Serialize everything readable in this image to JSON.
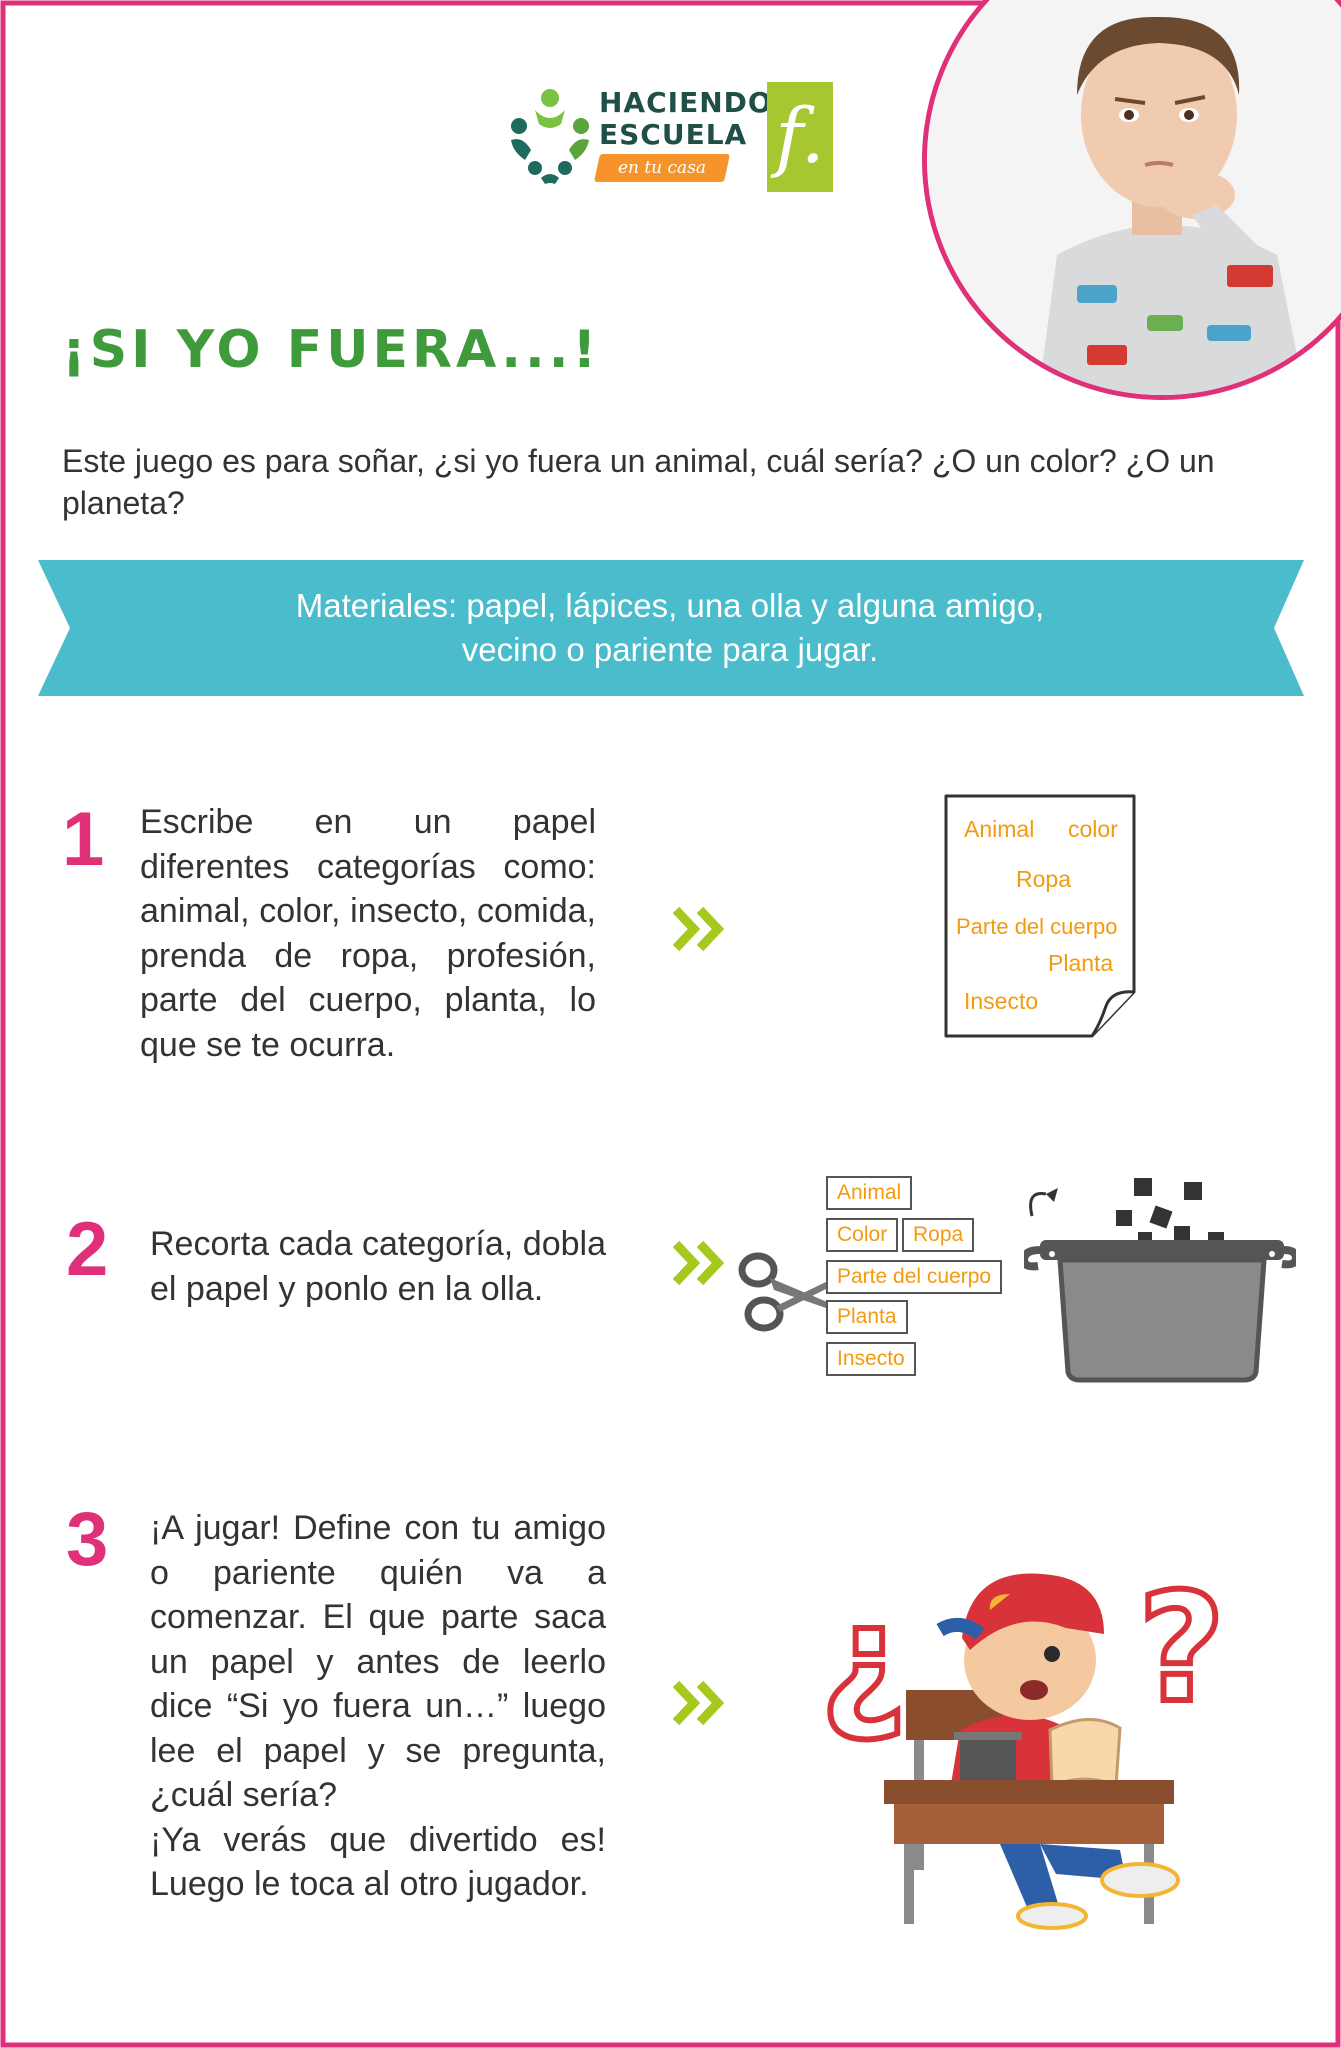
{
  "logo": {
    "line1": "HACIENDO",
    "line2": "ESCUELA",
    "tagline": "en tu casa",
    "brand_letter": "f."
  },
  "title": "¡SI YO FUERA...!",
  "intro": "Este juego es para soñar, ¿si yo fuera un animal, cuál sería? ¿O un color? ¿O un planeta?",
  "materials": {
    "line1": "Materiales: papel, lápices, una olla y alguna amigo,",
    "line2": "vecino o pariente para jugar."
  },
  "steps": [
    {
      "number": "1",
      "text": "Escribe en un papel diferentes categorías como: animal, color, insecto, comida, prenda de ropa, profesión, parte del cuerpo, planta, lo que se te ocurra."
    },
    {
      "number": "2",
      "text": "Recorta cada categoría, dobla el papel y ponlo en la olla."
    },
    {
      "number": "3",
      "text": "¡A jugar! Define con tu amigo o pariente quién va a comenzar. El que parte saca un papel y antes de leerlo dice “Si yo fuera un…” luego lee el papel y se pregunta, ¿cuál sería?",
      "text2": "¡Ya verás que divertido es! Luego le toca al otro jugador."
    }
  ],
  "note_labels": {
    "animal": "Animal",
    "color": "color",
    "ropa": "Ropa",
    "parte": "Parte del cuerpo",
    "planta": "Planta",
    "insecto": "Insecto"
  },
  "slips": {
    "animal": "Animal",
    "color": "Color",
    "ropa": "Ropa",
    "parte": "Parte del cuerpo",
    "planta": "Planta",
    "insecto": "Insecto"
  },
  "colors": {
    "border": "#e0307a",
    "accent_pink": "#e0307a",
    "title_green": "#3f9a3c",
    "banner_teal": "#4bbccc",
    "chevron_green": "#a6c91e",
    "label_orange": "#f39a10",
    "logo_green": "#a6c730"
  },
  "icons": {
    "chevrons": "double-chevron-right-icon",
    "scissors": "scissors-icon",
    "pot": "pot-icon"
  }
}
